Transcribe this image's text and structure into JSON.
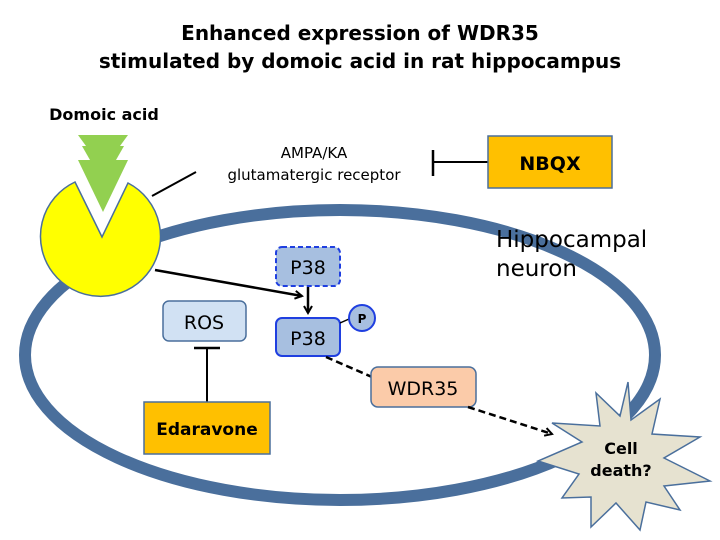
{
  "title": {
    "line1": "Enhanced expression of WDR35",
    "line2": "stimulated by domoic acid in rat hippocampus"
  },
  "nodes": {
    "domoic_acid": {
      "label": "Domoic acid",
      "icon": "arrow-down-icon",
      "color": "#92D050"
    },
    "receptor": {
      "line1": "AMPA/KA",
      "line2": "glutamatergic receptor",
      "color": "#FFFF00"
    },
    "nbqx": {
      "label": "NBQX",
      "color": "#FFC000"
    },
    "neuron": {
      "line1": "Hippocampal",
      "line2": "neuron",
      "color": "#4A6F9C"
    },
    "p38_inactive": {
      "label": "P38",
      "color": "#A7BFE0"
    },
    "p38_active": {
      "label": "P38",
      "color": "#A7BFE0"
    },
    "phospho": {
      "label": "P"
    },
    "ros": {
      "label": "ROS",
      "color": "#D1E1F3"
    },
    "edaravone": {
      "label": "Edaravone",
      "color": "#FFC000"
    },
    "wdr35": {
      "label": "WDR35",
      "color": "#FBCBA9"
    },
    "cell_death": {
      "line1": "Cell",
      "line2": "death?",
      "color": "#E6E2D0"
    }
  },
  "edges": [
    {
      "from": "nbqx",
      "to": "receptor",
      "type": "inhibition"
    },
    {
      "from": "receptor",
      "to": "p38_active",
      "type": "activation"
    },
    {
      "from": "p38_inactive",
      "to": "p38_active",
      "type": "activation"
    },
    {
      "from": "edaravone",
      "to": "ros",
      "type": "inhibition"
    },
    {
      "from": "p38_active",
      "to": "wdr35",
      "type": "putative"
    },
    {
      "from": "wdr35",
      "to": "cell_death",
      "type": "putative-activation"
    }
  ]
}
